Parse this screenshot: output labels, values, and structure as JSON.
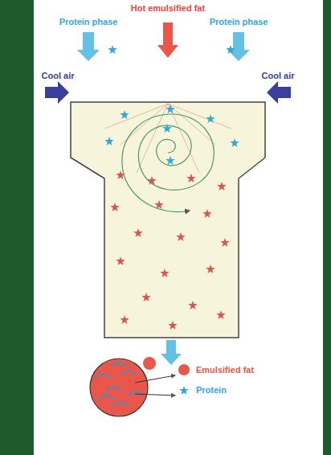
{
  "diagram": {
    "labels": [
      "Hot emulsified fat",
      "Protein phase",
      "Protein phase",
      "Cool air",
      "Cool air"
    ],
    "legend": [
      {
        "text": "Emulsified fat",
        "color": "#e8574a"
      },
      {
        "text": "Protein"
      }
    ]
  }
}
